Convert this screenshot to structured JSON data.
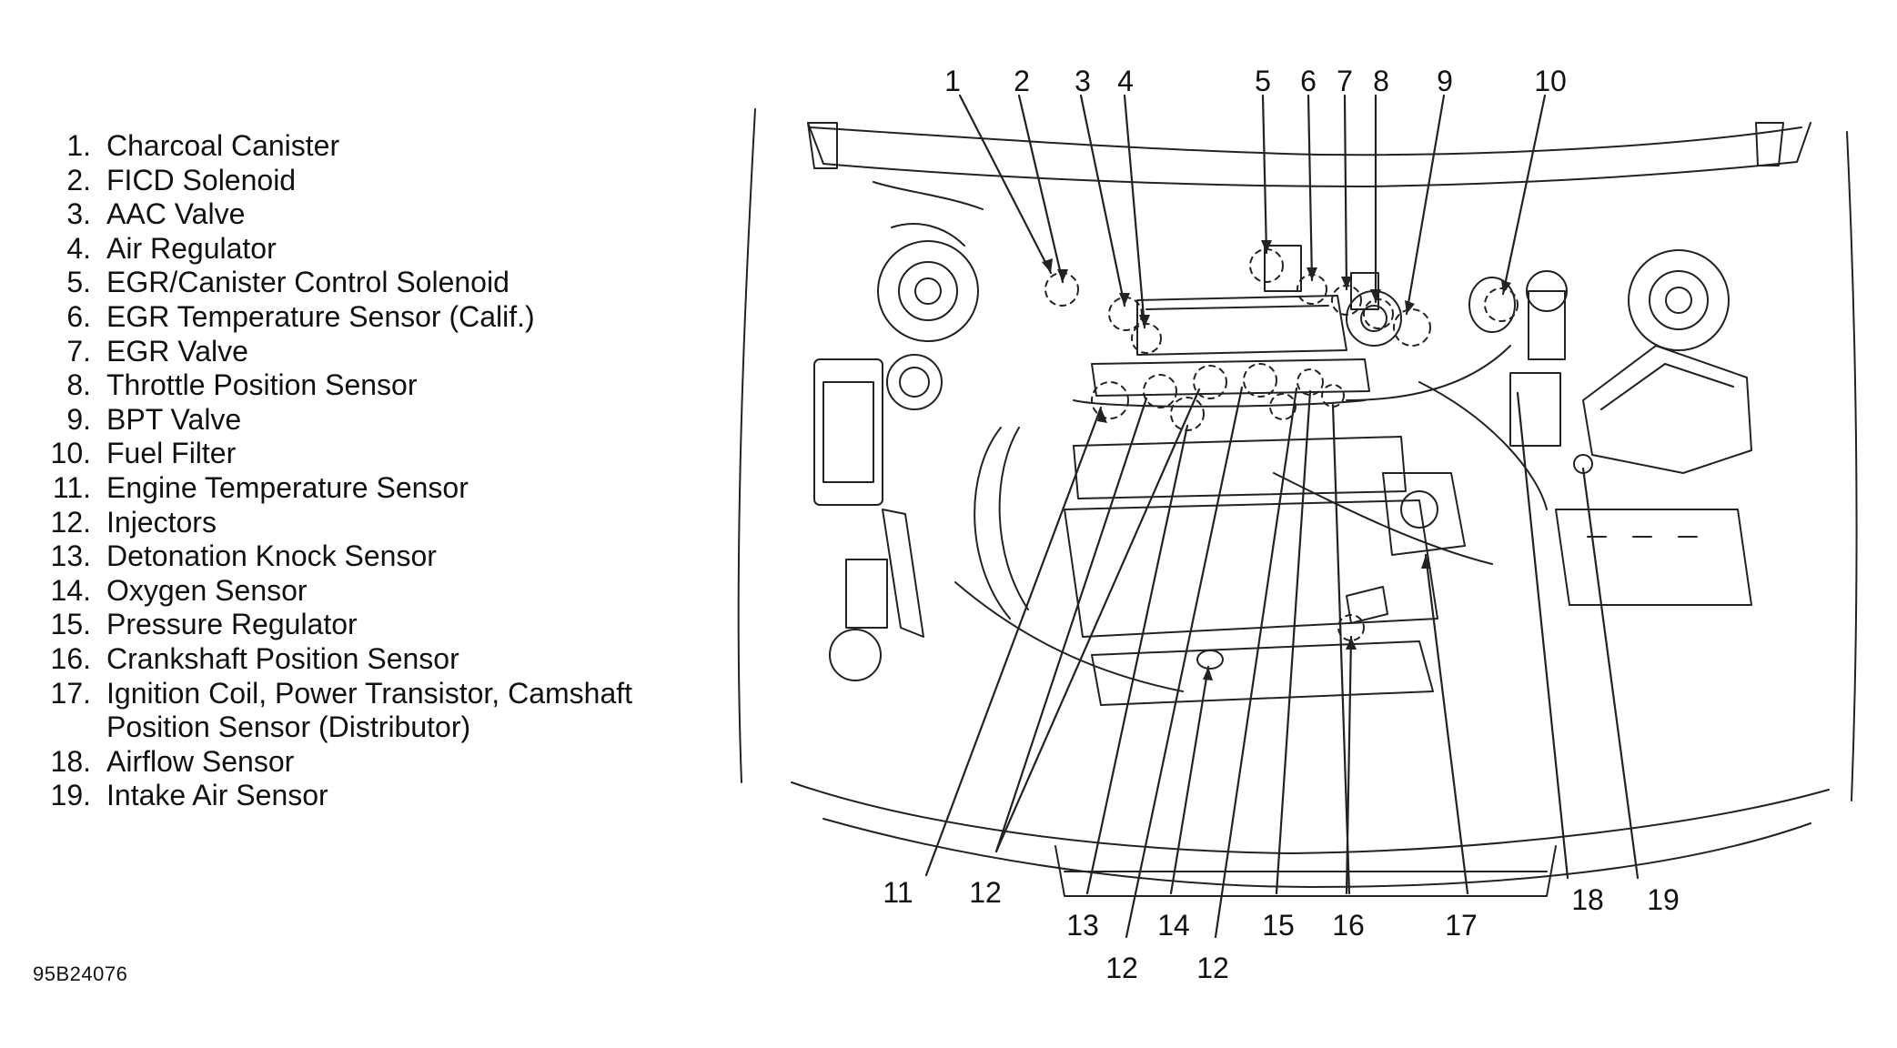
{
  "legend": {
    "items": [
      {
        "num": "1.",
        "label": "Charcoal Canister"
      },
      {
        "num": "2.",
        "label": "FICD Solenoid"
      },
      {
        "num": "3.",
        "label": "AAC Valve"
      },
      {
        "num": "4.",
        "label": "Air Regulator"
      },
      {
        "num": "5.",
        "label": "EGR/Canister Control Solenoid"
      },
      {
        "num": "6.",
        "label": "EGR Temperature Sensor (Calif.)"
      },
      {
        "num": "7.",
        "label": "EGR Valve"
      },
      {
        "num": "8.",
        "label": "Throttle Position Sensor"
      },
      {
        "num": "9.",
        "label": "BPT Valve"
      },
      {
        "num": "10.",
        "label": "Fuel Filter"
      },
      {
        "num": "11.",
        "label": "Engine Temperature Sensor"
      },
      {
        "num": "12.",
        "label": "Injectors"
      },
      {
        "num": "13.",
        "label": "Detonation Knock Sensor"
      },
      {
        "num": "14.",
        "label": "Oxygen Sensor"
      },
      {
        "num": "15.",
        "label": "Pressure Regulator"
      },
      {
        "num": "16.",
        "label": "Crankshaft Position Sensor"
      },
      {
        "num": "17.",
        "label": "Ignition Coil, Power Transistor, Camshaft",
        "label2": "Position Sensor (Distributor)"
      },
      {
        "num": "18.",
        "label": "Airflow Sensor"
      },
      {
        "num": "19.",
        "label": "Intake Air Sensor"
      }
    ]
  },
  "figure_id": "95B24076",
  "callouts": {
    "c1": "1",
    "c2": "2",
    "c3": "3",
    "c4": "4",
    "c5": "5",
    "c6": "6",
    "c7": "7",
    "c8": "8",
    "c9": "9",
    "c10": "10",
    "c11": "11",
    "c12a": "12",
    "c13": "13",
    "c12b": "12",
    "c14": "14",
    "c12c": "12",
    "c15": "15",
    "c16": "16",
    "c17": "17",
    "c18": "18",
    "c19": "19"
  }
}
